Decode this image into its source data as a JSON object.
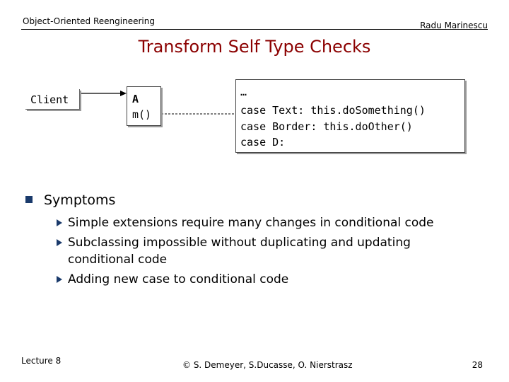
{
  "header": {
    "course_title": "Object-Oriented Reengineering",
    "author": "Radu Marinescu"
  },
  "title": "Transform Self Type Checks",
  "diagram": {
    "client_label": "Client",
    "class_name": "A",
    "method_name": "m()",
    "code_lines": [
      "…",
      "case Text: this.doSomething()",
      "case Border: this.doOther()",
      "case D:"
    ]
  },
  "symptoms": {
    "heading": "Symptoms",
    "items": [
      "Simple extensions require many changes in conditional code",
      "Subclassing impossible without duplicating and updating conditional code",
      "Adding new case to conditional code"
    ]
  },
  "footer": {
    "lecture": "Lecture 8",
    "copyright": "© S. Demeyer, S.Ducasse, O. Nierstrasz",
    "page_number": "28"
  },
  "colors": {
    "title": "#8b0000",
    "bullet": "#1a3a6b"
  }
}
